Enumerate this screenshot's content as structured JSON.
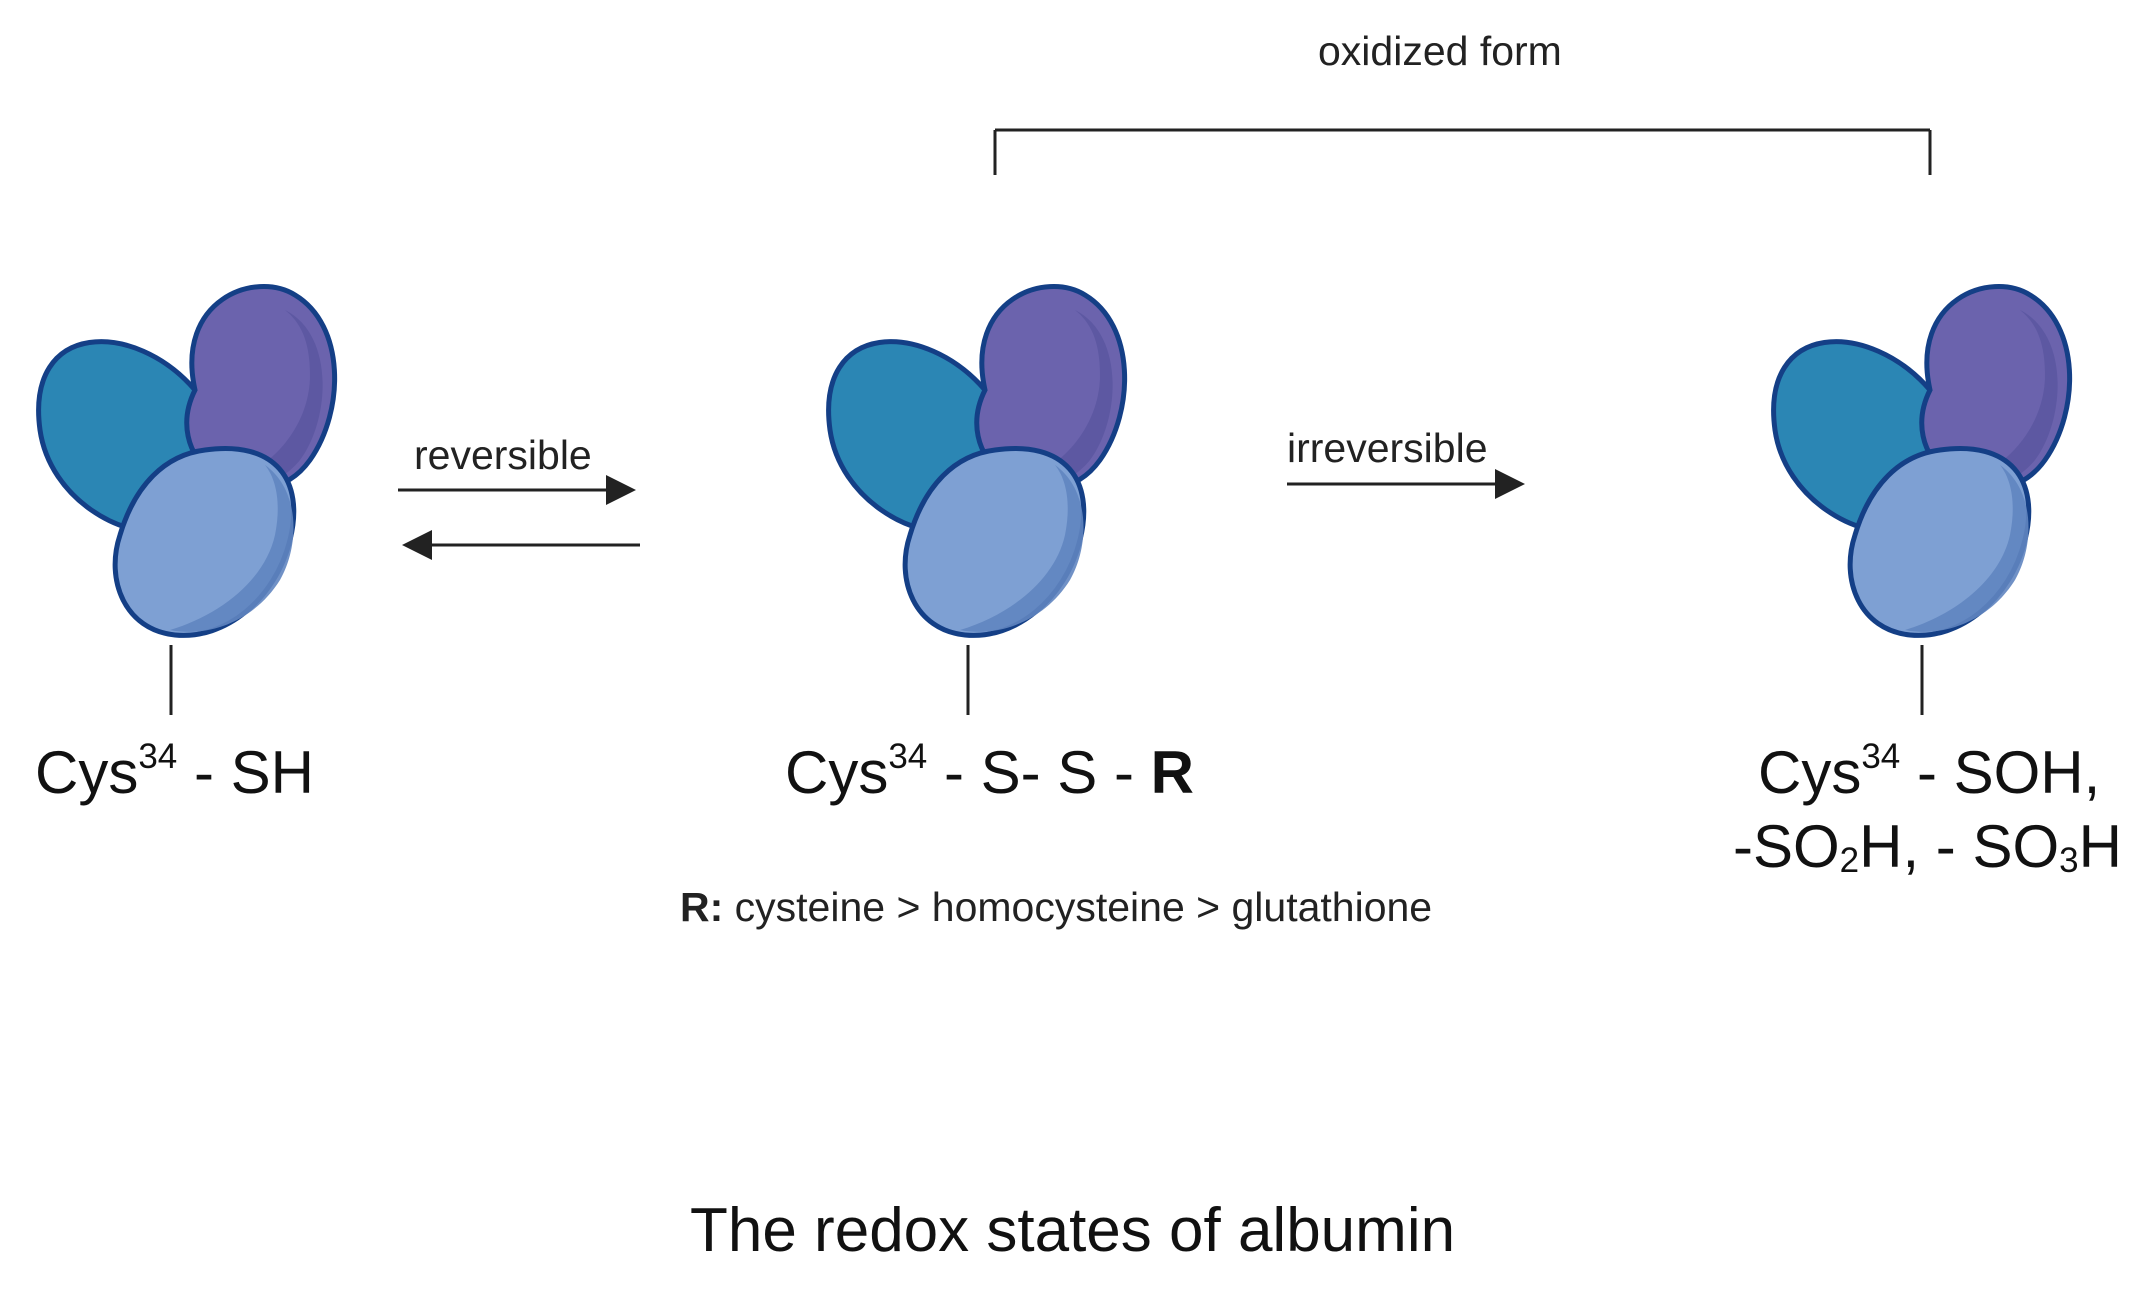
{
  "bracket": {
    "label": "oxidized form"
  },
  "arrows": {
    "reversible_label": "reversible",
    "irreversible_label": "irreversible"
  },
  "states": {
    "reduced": {
      "prefix": "Cys",
      "superscript": "34",
      "suffix": " - SH"
    },
    "mixed_disulfide": {
      "prefix": "Cys",
      "superscript": "34",
      "middle": " - S- S - ",
      "bold_suffix": "R"
    },
    "irreversible": {
      "line1_prefix": "Cys",
      "line1_superscript": "34",
      "line1_suffix": " - SOH,",
      "line2_a": "-SO",
      "line2_sub_a": "2",
      "line2_b": "H, - SO",
      "line2_sub_b": "3",
      "line2_c": "H"
    }
  },
  "note": {
    "key": "R:",
    "text": " cysteine > homocysteine > glutathione"
  },
  "caption": "The redox states of albumin",
  "colors": {
    "outline": "#143f86",
    "domain_teal": "#2b86b4",
    "domain_purple": "#6b63ad",
    "domain_purple_shade": "#5a56a0",
    "domain_light": "#7ea0d3",
    "domain_light_shade": "#6185c0",
    "line": "#222222"
  },
  "icons": [
    "albumin-protein-icon",
    "arrow-right-icon",
    "arrow-left-icon"
  ]
}
